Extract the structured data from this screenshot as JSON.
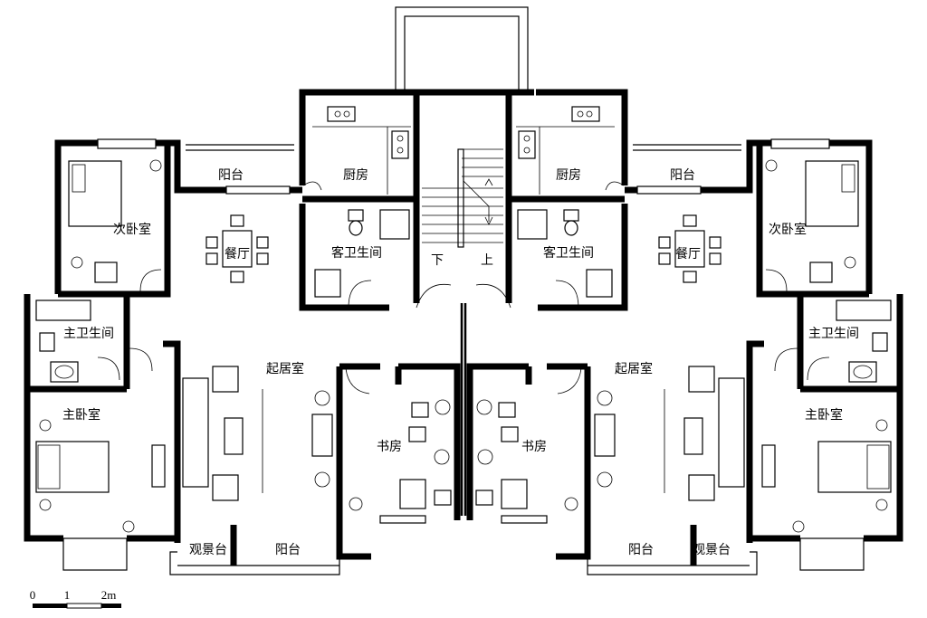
{
  "rooms": {
    "balcony_top_left": "阳台",
    "kitchen_left": "厨房",
    "kitchen_right": "厨房",
    "balcony_top_right": "阳台",
    "second_bedroom_left": "次卧室",
    "second_bedroom_right": "次卧室",
    "dining_left": "餐厅",
    "dining_right": "餐厅",
    "guest_bath_left": "客卫生间",
    "guest_bath_right": "客卫生间",
    "stair_down": "下",
    "stair_up": "上",
    "master_bath_left": "主卫生间",
    "master_bath_right": "主卫生间",
    "living_left": "起居室",
    "living_right": "起居室",
    "study_left": "书房",
    "study_right": "书房",
    "master_bedroom_left": "主卧室",
    "master_bedroom_right": "主卧室",
    "view_deck_left": "观景台",
    "view_deck_right": "观景台",
    "balcony_bottom_left": "阳台",
    "balcony_bottom_right": "阳台"
  },
  "scale_bar": {
    "tick_0": "0",
    "tick_1": "1",
    "tick_2": "2m"
  }
}
